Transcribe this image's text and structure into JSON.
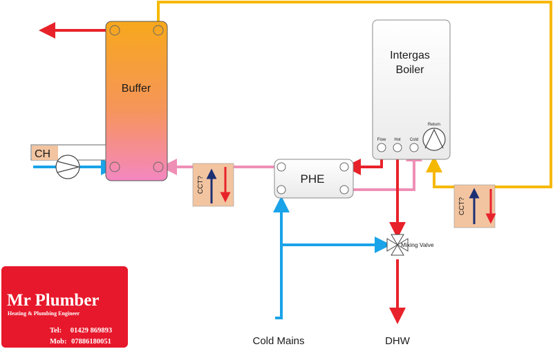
{
  "diagram": {
    "buffer_label": "Buffer",
    "boiler_label_line1": "Intergas",
    "boiler_label_line2": "Boiler",
    "phe_label": "PHE",
    "ch_label": "CH",
    "cct_left_label": "CCT?",
    "cct_right_label": "CCT?",
    "port_flow": "Flow",
    "port_hot": "Hot",
    "port_cold": "Cold",
    "port_return": "Return",
    "mixing_valve_label": "Mixing Valve",
    "cold_mains_label": "Cold Mains",
    "dhw_label": "DHW"
  },
  "business_card": {
    "name": "Mr Plumber",
    "subtitle": "Heating & Plumbing Engineer",
    "tel_label": "Tel:",
    "tel_number": "01429 869893",
    "mob_label": "Mob:",
    "mob_number": "07886180051"
  },
  "colors": {
    "hot_pipe": "#e8222a",
    "cold_pipe": "#1aa3e8",
    "return_pipe": "#ef8fb6",
    "boiler_flow_pipe": "#f5b800",
    "buffer_top": "#f7a81c",
    "buffer_bottom": "#f487c0",
    "sensor_fill": "#f2c4a0",
    "card_bg": "#e7182b"
  }
}
